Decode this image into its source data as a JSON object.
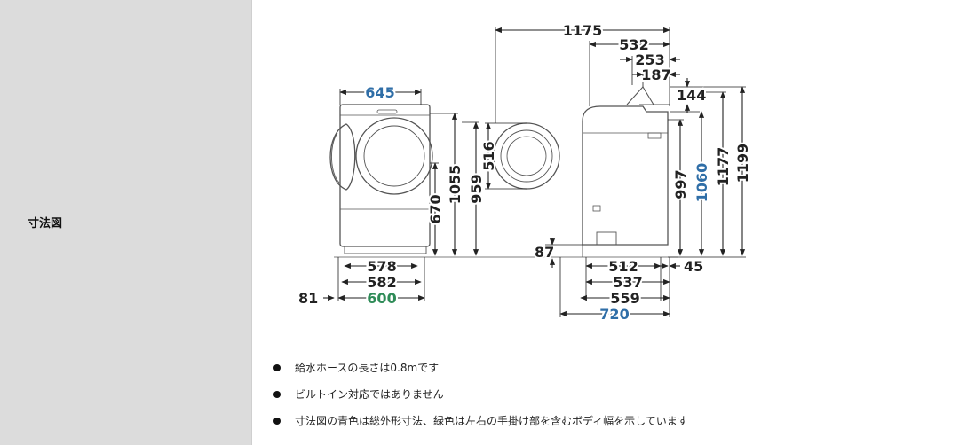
{
  "sidebar": {
    "title": "寸法図"
  },
  "colors": {
    "black": "#222222",
    "blue": "#2f6ea7",
    "green": "#2e8b57",
    "washer_line": "#555555",
    "sidebar_bg": "#dcdcdc"
  },
  "front_view": {
    "width_outer": "645",
    "height_door": "670",
    "height_top": "1055",
    "height_door_top": "959",
    "base_578": "578",
    "base_582": "582",
    "base_600": "600",
    "offset_81": "81"
  },
  "door_view": {
    "diameter": "516"
  },
  "side_view": {
    "depth_total": "1175",
    "depth_532": "532",
    "depth_253": "253",
    "depth_187": "187",
    "height_144": "144",
    "height_997": "997",
    "height_1060": "1060",
    "height_1177": "1177",
    "height_1199": "1199",
    "height_87": "87",
    "depth_512": "512",
    "offset_45": "45",
    "depth_537": "537",
    "depth_559": "559",
    "depth_720": "720"
  },
  "notes": [
    {
      "text": "給水ホースの長さは0.8mです"
    },
    {
      "text": "ビルトイン対応ではありません"
    },
    {
      "text": "寸法図の青色は総外形寸法、緑色は左右の手掛け部を含むボディ幅を示しています"
    }
  ]
}
